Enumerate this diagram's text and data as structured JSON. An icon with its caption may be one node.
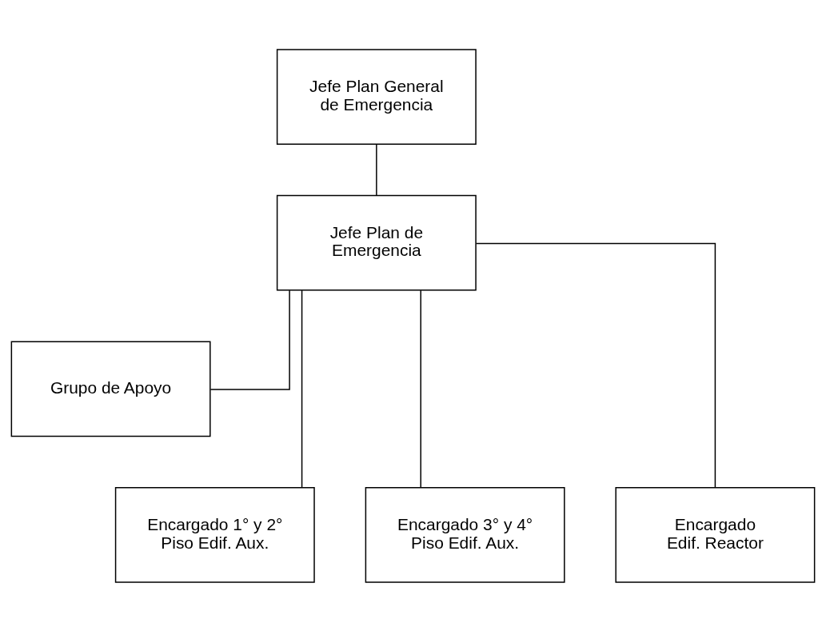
{
  "diagram": {
    "nodes": [
      {
        "text": [
          "Jefe Plan General de Emergencia"
        ]
      },
      {
        "text": [
          "Jefe Plan de Emergencia"
        ]
      },
      {
        "text": [
          "Grupo de Apoyo"
        ]
      },
      {
        "text": [
          "Encargado 1° y 2° Piso Edif. Aux."
        ]
      },
      {
        "text": [
          "Encargado 3° y 4° Piso Edif. Aux."
        ]
      },
      {
        "text": [
          "Encargado Edif. Reactor"
        ]
      }
    ],
    "edges": [
      {
        "from": 0,
        "to": 1,
        "arrow": "none"
      },
      {
        "from": 1,
        "to": 2,
        "arrow": "none"
      },
      {
        "from": 1,
        "to": 3,
        "arrow": "none"
      },
      {
        "from": 1,
        "to": 4,
        "arrow": "none"
      },
      {
        "from": 1,
        "to": 5,
        "arrow": "none"
      }
    ]
  }
}
